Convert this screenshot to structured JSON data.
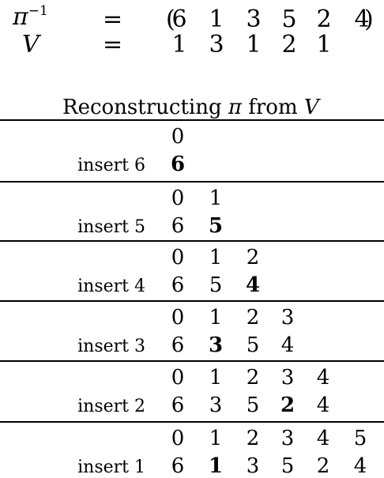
{
  "header": {
    "pi_inv_symbol": "π",
    "pi_inv_exponent": "−1",
    "v_symbol": "V",
    "equals": "=",
    "paren_open": "(",
    "paren_close": ")",
    "pi_inv_values": [
      "6",
      "1",
      "3",
      "5",
      "2",
      "4"
    ],
    "v_values": [
      "1",
      "3",
      "1",
      "2",
      "1"
    ]
  },
  "title": {
    "text": "Reconstructing",
    "pi": "π",
    "from": "from",
    "v": "V"
  },
  "steps": [
    {
      "label": "insert 6",
      "positions": [
        "0"
      ],
      "sequence": [
        "6"
      ],
      "bold_index": 0
    },
    {
      "label": "insert 5",
      "positions": [
        "0",
        "1"
      ],
      "sequence": [
        "6",
        "5"
      ],
      "bold_index": 1
    },
    {
      "label": "insert 4",
      "positions": [
        "0",
        "1",
        "2"
      ],
      "sequence": [
        "6",
        "5",
        "4"
      ],
      "bold_index": 2
    },
    {
      "label": "insert 3",
      "positions": [
        "0",
        "1",
        "2",
        "3"
      ],
      "sequence": [
        "6",
        "3",
        "5",
        "4"
      ],
      "bold_index": 1
    },
    {
      "label": "insert 2",
      "positions": [
        "0",
        "1",
        "2",
        "3",
        "4"
      ],
      "sequence": [
        "6",
        "3",
        "5",
        "2",
        "4"
      ],
      "bold_index": 3
    },
    {
      "label": "insert 1",
      "positions": [
        "0",
        "1",
        "2",
        "3",
        "4",
        "5"
      ],
      "sequence": [
        "6",
        "1",
        "3",
        "5",
        "2",
        "4"
      ],
      "bold_index": 1
    }
  ]
}
